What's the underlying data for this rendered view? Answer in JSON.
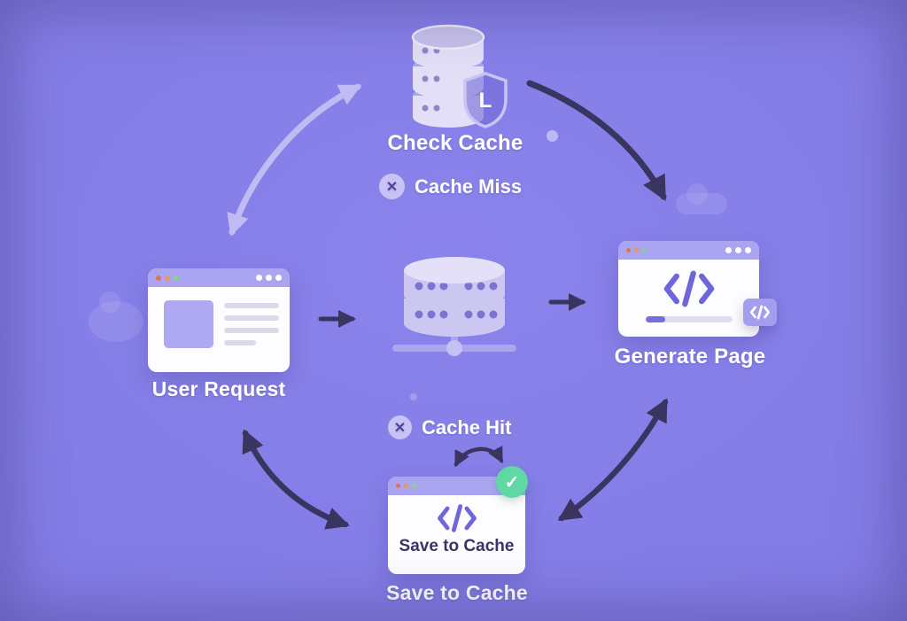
{
  "scene": {
    "description": "Page caching flow diagram",
    "background_color": "#837CE6"
  },
  "labels": {
    "check_cache": "Check Cache",
    "cache_miss": "Cache Miss",
    "user_request": "User Request",
    "generate_page": "Generate Page",
    "cache_hit": "Cache Hit",
    "save_to_cache_window": "Save to Cache",
    "save_to_cache_caption": "Save to Cache"
  },
  "icons": {
    "check_cache_db": "database-stack-icon",
    "shield": "shield-icon",
    "shield_letter": "L",
    "cross_glyph": "✕",
    "check_glyph": "✓",
    "code_glyph": "</>",
    "server": "server-network-icon",
    "browser": "browser-window-icon"
  },
  "colors": {
    "background": "#837CE6",
    "dark_arrow": "#3A3560",
    "light_arrow": "#C1BBF4",
    "window_titlebar": "#ABA5F1",
    "window_body": "#FDFDFF",
    "code_purple": "#6E66DA",
    "success_green": "#5FD8A3",
    "badge_lavender": "#A59EEF",
    "label_text": "#FFFFFF",
    "window_dark_text": "#3A3566"
  },
  "edges": [
    {
      "name": "user-request-check-cache",
      "style": "light",
      "arrowheads": "both"
    },
    {
      "name": "check-cache-generate-page",
      "style": "dark",
      "arrowheads": "end"
    },
    {
      "name": "user-request-server",
      "style": "dark",
      "arrowheads": "end"
    },
    {
      "name": "server-generate-page",
      "style": "dark",
      "arrowheads": "end"
    },
    {
      "name": "cache-hit-save-window",
      "style": "dark",
      "arrowheads": "both"
    },
    {
      "name": "user-request-save-to-cache",
      "style": "dark",
      "arrowheads": "both"
    },
    {
      "name": "save-to-cache-generate-page",
      "style": "dark",
      "arrowheads": "both"
    }
  ]
}
